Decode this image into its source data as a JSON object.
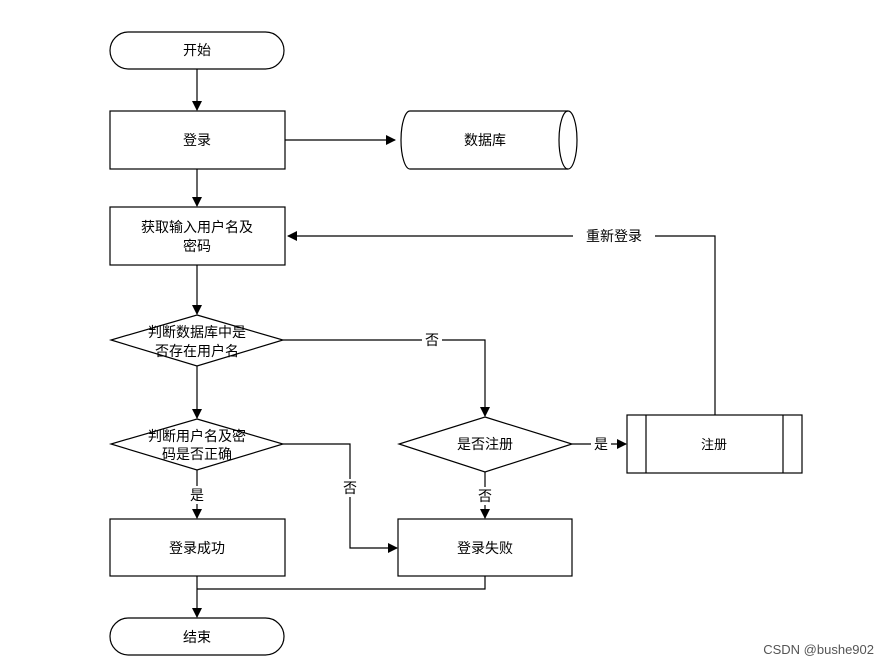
{
  "nodes": {
    "start": "开始",
    "login": "登录",
    "database": "数据库",
    "get_input_line1": "获取输入用户名及",
    "get_input_line2": "密码",
    "check_exists_line1": "判断数据库中是",
    "check_exists_line2": "否存在用户名",
    "check_correct_line1": "判断用户名及密",
    "check_correct_line2": "码是否正确",
    "registered": "是否注册",
    "register": "注册",
    "login_success": "登录成功",
    "login_fail": "登录失败",
    "end": "结束"
  },
  "edges": {
    "relogin": "重新登录",
    "no_exists": "否",
    "yes_register": "是",
    "no_register": "否",
    "yes_correct": "是",
    "no_correct": "否"
  },
  "watermark": "CSDN @bushe902"
}
